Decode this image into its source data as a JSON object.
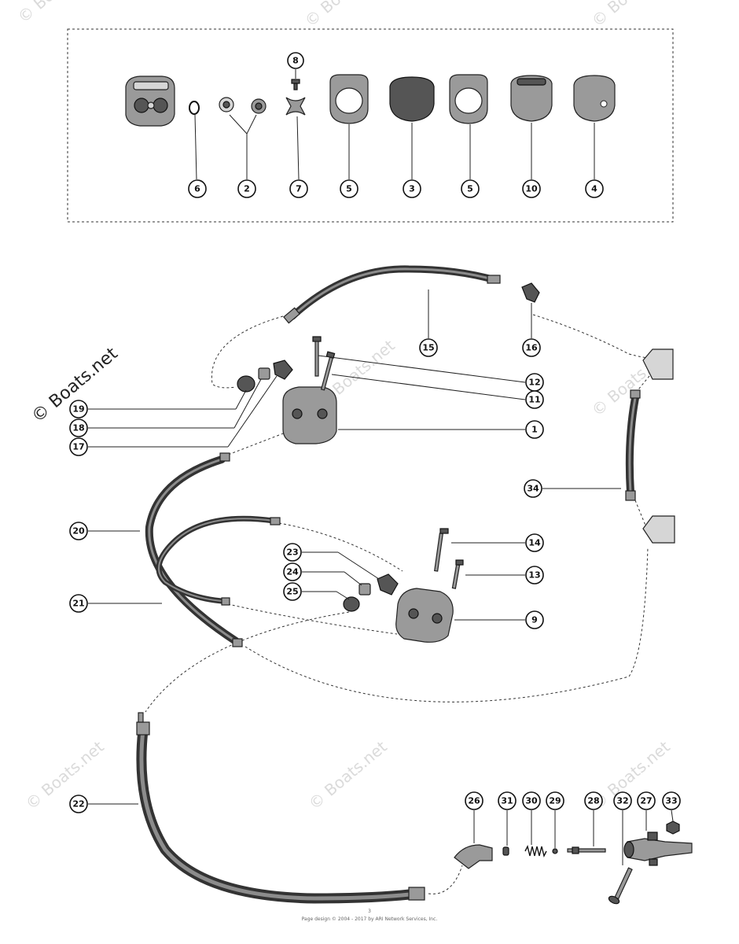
{
  "watermark": {
    "main": "© Boats.net",
    "faint": "© Boats.net"
  },
  "callouts": {
    "c1": "1",
    "c2": "2",
    "c3": "3",
    "c4": "4",
    "c5a": "5",
    "c5b": "5",
    "c6": "6",
    "c7": "7",
    "c8": "8",
    "c9": "9",
    "c10": "10",
    "c11": "11",
    "c12": "12",
    "c13": "13",
    "c14": "14",
    "c15": "15",
    "c16": "16",
    "c17": "17",
    "c18": "18",
    "c19": "19",
    "c20": "20",
    "c21": "21",
    "c22": "22",
    "c23": "23",
    "c24": "24",
    "c25": "25",
    "c26": "26",
    "c27": "27",
    "c28": "28",
    "c29": "29",
    "c30": "30",
    "c31": "31",
    "c32": "32",
    "c33": "33",
    "c34": "34"
  },
  "footer": {
    "page_number": "3",
    "copyright": "Page design © 2004 - 2017 by ARI Network Services, Inc."
  }
}
